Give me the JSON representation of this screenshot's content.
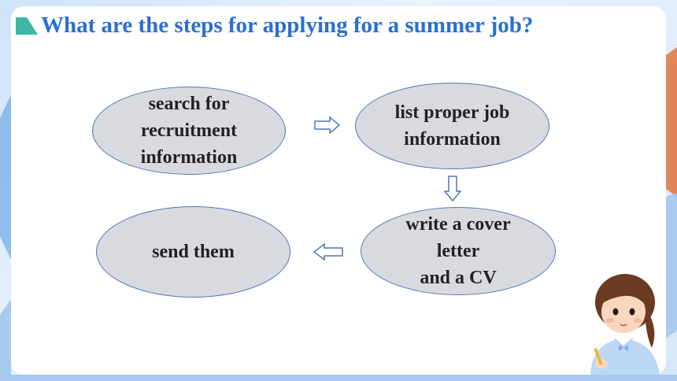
{
  "title": "What are the steps for applying for a summer job?",
  "steps": [
    {
      "text": "search for\nrecruitment\ninformation"
    },
    {
      "text": "list proper job\ninformation"
    },
    {
      "text": "write a cover\nletter\nand a CV"
    },
    {
      "text": "send them"
    }
  ],
  "colors": {
    "title": "#2a6fd1",
    "title_marker": "#3db8a4",
    "node_fill": "#d9dadf",
    "node_border": "#4e77b8",
    "arrow_stroke": "#4e77b8"
  },
  "icons": [
    "title-marker-icon",
    "arrow-right-icon",
    "arrow-down-icon",
    "arrow-left-icon",
    "girl-illustration"
  ]
}
